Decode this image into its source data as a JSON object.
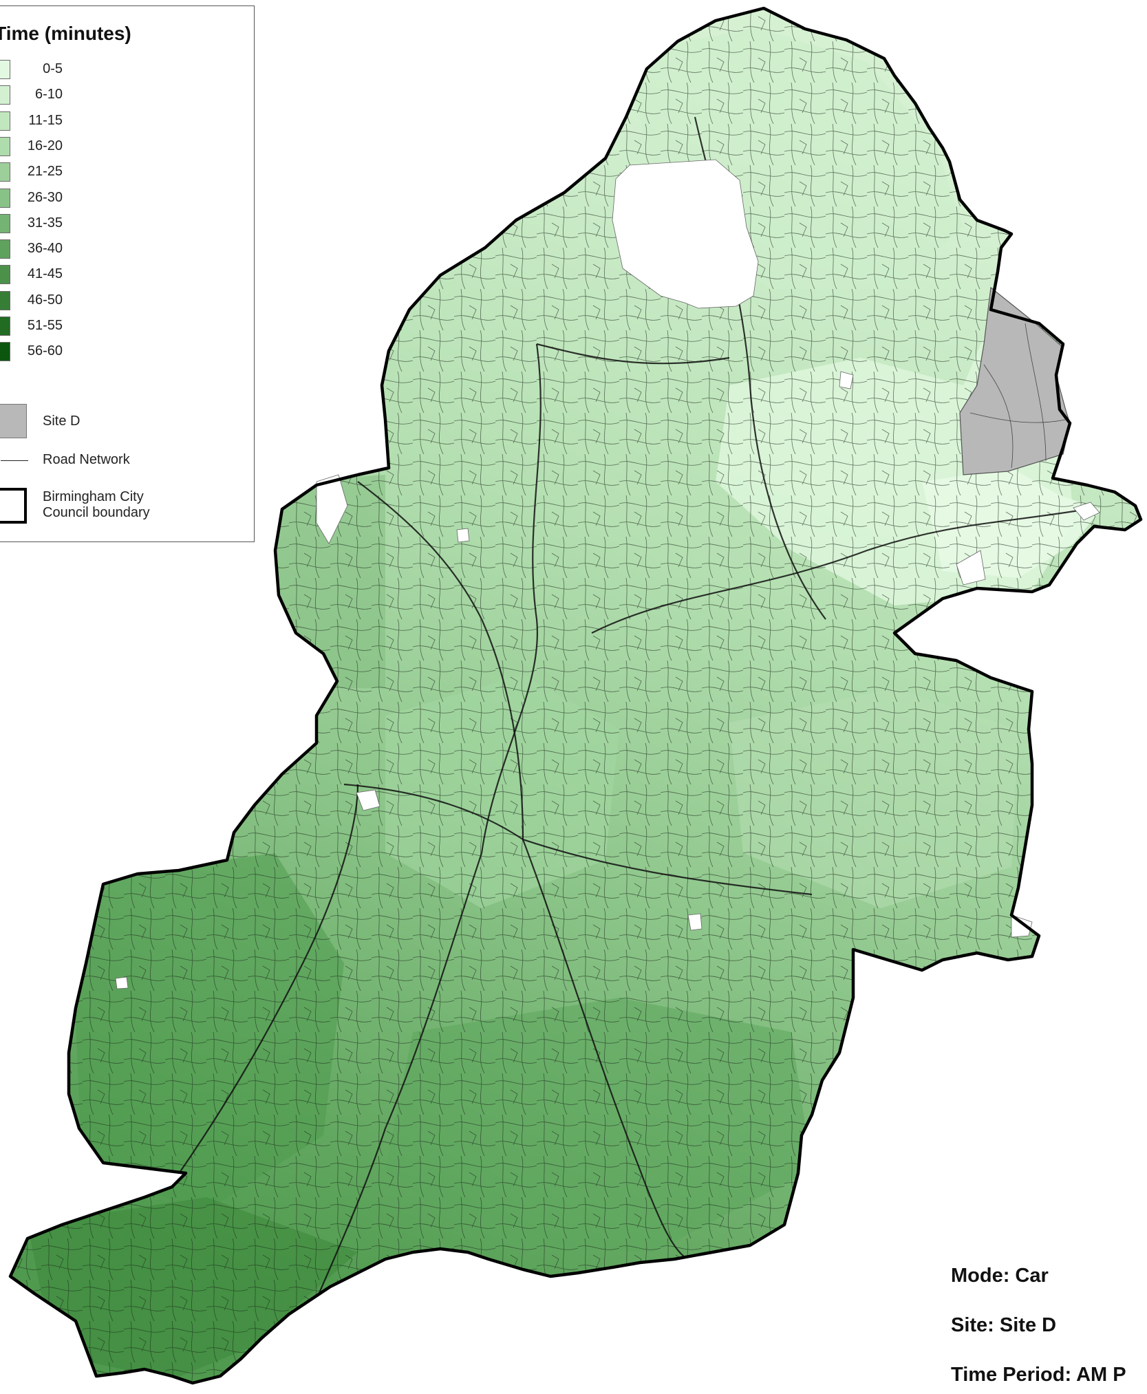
{
  "legend": {
    "title": "el Time (minutes)",
    "classes": [
      {
        "label": "0-5",
        "color": "#e3f8e1"
      },
      {
        "label": "6-10",
        "color": "#d3f0d1"
      },
      {
        "label": "11-15",
        "color": "#c1e7bf"
      },
      {
        "label": "16-20",
        "color": "#afdcad"
      },
      {
        "label": "21-25",
        "color": "#9ccf9a"
      },
      {
        "label": "26-30",
        "color": "#89c287"
      },
      {
        "label": "31-35",
        "color": "#74b373"
      },
      {
        "label": "36-40",
        "color": "#5fa25e"
      },
      {
        "label": "41-45",
        "color": "#4b914a"
      },
      {
        "label": "46-50",
        "color": "#367e36"
      },
      {
        "label": "51-55",
        "color": "#216b22"
      },
      {
        "label": "56-60",
        "color": "#0d560f"
      }
    ],
    "site_label": "Site D",
    "site_color": "#b8b8b8",
    "road_label": "Road Network",
    "boundary_label_line1": "Birmingham City",
    "boundary_label_line2": "Council boundary"
  },
  "info": {
    "mode": "Mode: Car",
    "site": "Site: Site D",
    "time_period": "Time Period: AM P"
  }
}
